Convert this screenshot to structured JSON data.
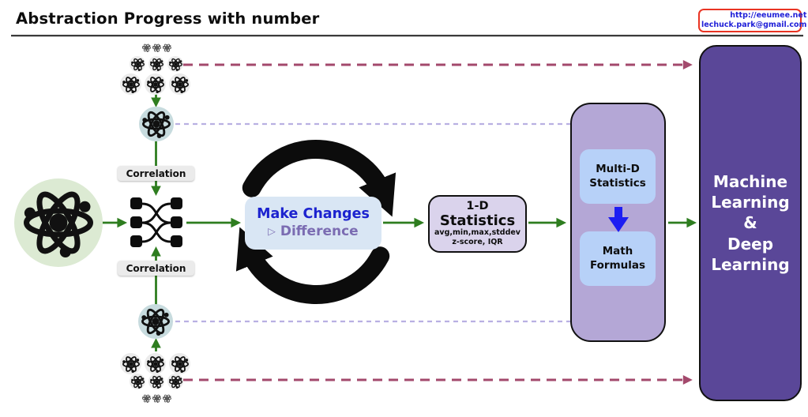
{
  "header": {
    "title": "Abstraction Progress with number"
  },
  "badge": {
    "url": "http://eeumee.net",
    "email": "lechuck.park@gmail.com"
  },
  "flow": {
    "correlation_top": "Correlation",
    "correlation_bottom": "Correlation",
    "make_changes": {
      "title": "Make Changes",
      "marker": "▷",
      "subtitle": "Difference"
    },
    "one_d_stats": {
      "line1": "1-D",
      "line2": "Statistics",
      "detail1": "avg,min,max,stddev",
      "detail2": "z-score, IQR"
    },
    "multi_d": {
      "line1": "Multi-D",
      "line2": "Statistics"
    },
    "math_formulas": {
      "line1": "Math",
      "line2": "Formulas"
    },
    "ml": {
      "line1": "Machine",
      "line2": "Learning",
      "line3": "&",
      "line4": "Deep",
      "line5": "Learning"
    }
  },
  "icons": {
    "atom": "atom-icon",
    "network": "network-mapping-icon",
    "cycle": "cycle-arrows-icon",
    "blue_down_arrow": "down-arrow-icon"
  },
  "colors": {
    "green_arrow": "#2e7d1f",
    "maroon_dashed": "#a3496c",
    "lavender_dashed": "#b9b0e2",
    "make_changes_bg": "#d9e6f4",
    "make_changes_title": "#1c23cf",
    "difference_text": "#7b6cb2",
    "one_d_bg": "#dad3ec",
    "container_bg": "#b4a7d6",
    "inner_box_bg": "#b7d1f8",
    "ml_bg": "#5a4798",
    "badge_border": "#e93423",
    "badge_text": "#1f1fd8",
    "atom_circle_green": "#dcead3",
    "atom_circle_teal": "#c7dbde"
  }
}
